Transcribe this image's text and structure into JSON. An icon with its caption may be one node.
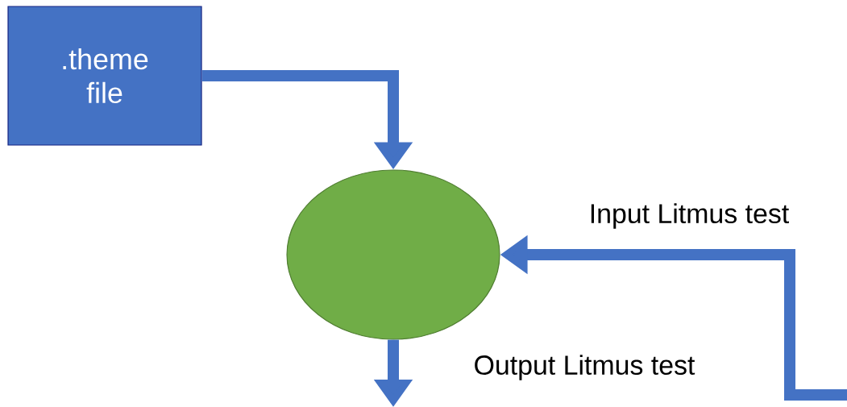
{
  "diagram": {
    "nodes": [
      {
        "text": [
          ".theme file"
        ]
      },
      {
        "text": [],
        "shape": "circle"
      }
    ],
    "edges": [
      {
        "from": 0,
        "to": 1,
        "arrow": "to"
      },
      {
        "from": null,
        "to": 1,
        "arrow": "to",
        "label": "Input Litmus test"
      },
      {
        "from": 1,
        "to": null,
        "arrow": "to",
        "label": "Output Litmus test"
      }
    ]
  }
}
